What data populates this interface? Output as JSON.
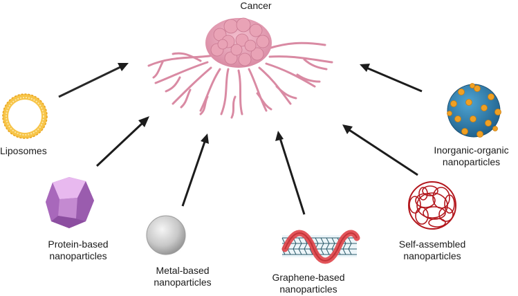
{
  "center": {
    "label": "Cancer",
    "icon": "cancer-tumor-icon"
  },
  "nanoparticles": [
    {
      "id": "liposomes",
      "lines": [
        "Liposomes"
      ],
      "icon": "liposome-icon",
      "color": "#f0b429"
    },
    {
      "id": "protein",
      "lines": [
        "Protein-based",
        "nanoparticles"
      ],
      "icon": "protein-cage-icon",
      "color": "#c58fd0"
    },
    {
      "id": "metal",
      "lines": [
        "Metal-based",
        "nanoparticles"
      ],
      "icon": "metal-sphere-icon",
      "color": "#bdbdbd"
    },
    {
      "id": "graphene",
      "lines": [
        "Graphene-based",
        "nanoparticles"
      ],
      "icon": "graphene-tube-icon",
      "color": "#e0474c"
    },
    {
      "id": "self",
      "lines": [
        "Self-assembled",
        "nanoparticles"
      ],
      "icon": "self-assembled-coil-icon",
      "color": "#b3171d"
    },
    {
      "id": "inorg",
      "lines": [
        "Inorganic-organic",
        "nanoparticles"
      ],
      "icon": "hybrid-particle-icon",
      "color": "#2f7fae"
    }
  ],
  "colors": {
    "tumor": "#e9a3b6",
    "tumor_dark": "#c77790",
    "arrow": "#1c1c1c"
  }
}
